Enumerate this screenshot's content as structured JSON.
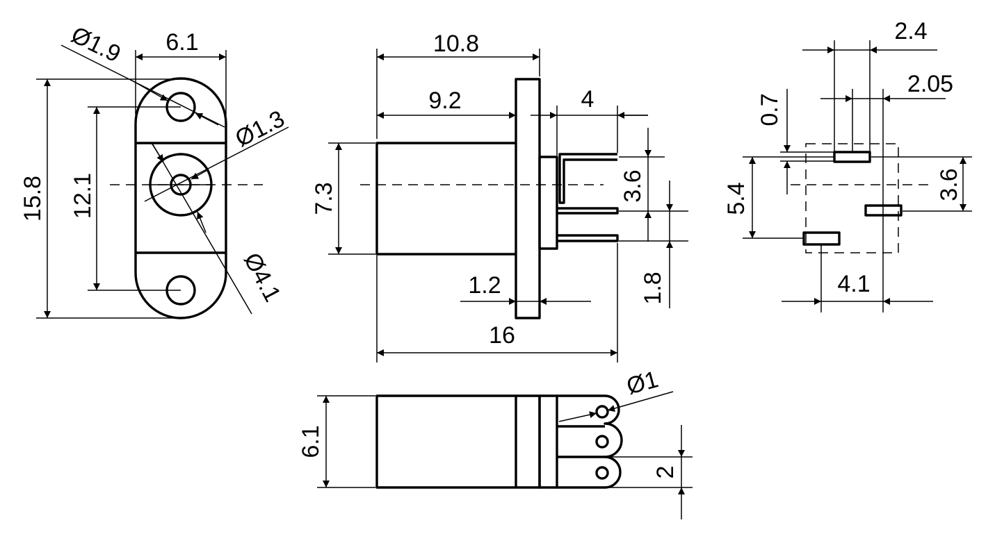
{
  "colors": {
    "line": "#000000",
    "background": "#ffffff"
  },
  "dimensions": {
    "front_hole_dia": "Ø1.9",
    "front_width": "6.1",
    "front_pin_dia": "Ø1.3",
    "front_height": "15.8",
    "front_hole_pitch": "12.1",
    "front_body_dia": "Ø4.1",
    "side_flange_pos": "10.8",
    "side_body_len": "9.2",
    "side_pin_len": "4",
    "side_body_height": "7.3",
    "side_pin_offset": "3.6",
    "side_flange_thick": "1.2",
    "side_pin_pitch": "1.8",
    "side_total_len": "16",
    "fp_pad_x1": "2.4",
    "fp_pad_x2": "2.05",
    "fp_pad_offset": "0.7",
    "fp_pad_span": "5.4",
    "fp_pad_y": "3.6",
    "fp_pad_width": "4.1",
    "bottom_pin_dia": "Ø1",
    "bottom_width": "6.1",
    "bottom_pin_pitch": "2"
  }
}
